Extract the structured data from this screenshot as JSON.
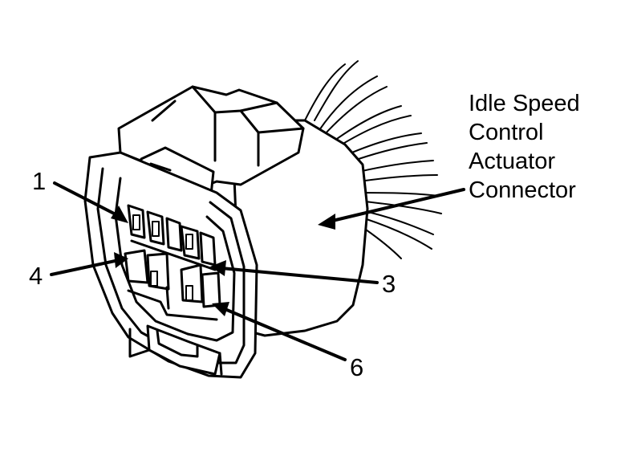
{
  "diagram": {
    "title_lines": [
      "Idle Speed",
      "Control",
      "Actuator",
      "Connector"
    ],
    "pins": [
      {
        "id": "pin-1",
        "label": "1"
      },
      {
        "id": "pin-3",
        "label": "3"
      },
      {
        "id": "pin-4",
        "label": "4"
      },
      {
        "id": "pin-6",
        "label": "6"
      }
    ]
  }
}
